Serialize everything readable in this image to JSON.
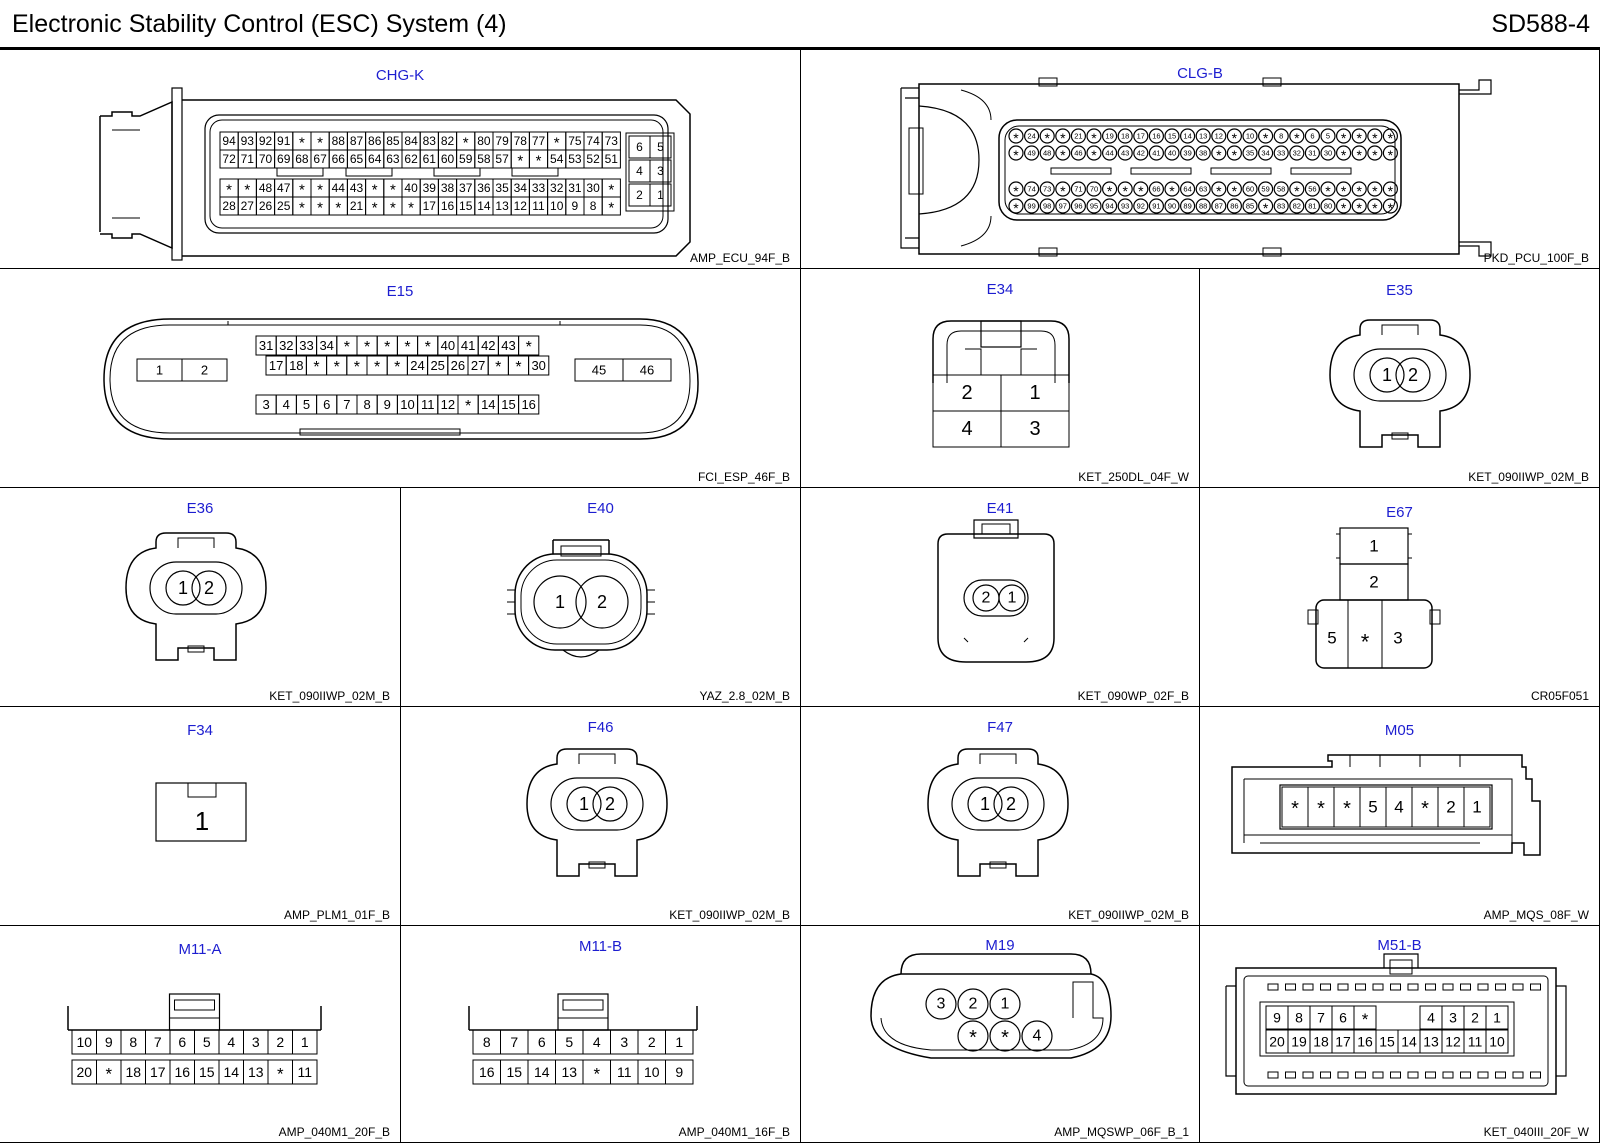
{
  "header": {
    "title": "Electronic Stability Control (ESC) System (4)",
    "page_code": "SD588-4"
  },
  "connectors": [
    {
      "name": "CHG-K",
      "part": "AMP_ECU_94F_B",
      "rows": [
        [
          "94",
          "93",
          "92",
          "91",
          "*",
          "*",
          "88",
          "87",
          "86",
          "85",
          "84",
          "83",
          "82",
          "*",
          "80",
          "79",
          "78",
          "77",
          "*",
          "75",
          "74",
          "73"
        ],
        [
          "72",
          "71",
          "70",
          "69",
          "68",
          "67",
          "66",
          "65",
          "64",
          "63",
          "62",
          "61",
          "60",
          "59",
          "58",
          "57",
          "*",
          "*",
          "54",
          "53",
          "52",
          "51"
        ],
        [
          "*",
          "*",
          "48",
          "47",
          "*",
          "*",
          "44",
          "43",
          "*",
          "*",
          "40",
          "39",
          "38",
          "37",
          "36",
          "35",
          "34",
          "33",
          "32",
          "31",
          "30",
          "*"
        ],
        [
          "28",
          "27",
          "26",
          "25",
          "*",
          "*",
          "*",
          "21",
          "*",
          "*",
          "*",
          "17",
          "16",
          "15",
          "14",
          "13",
          "12",
          "11",
          "10",
          "9",
          "8",
          "*"
        ]
      ],
      "side": [
        [
          "6",
          "5"
        ],
        [
          "4",
          "3"
        ],
        [
          "2",
          "1"
        ]
      ]
    },
    {
      "name": "CLG-B",
      "part": "PKD_PCU_100F_B",
      "rows": [
        [
          "*",
          "24",
          "*",
          "*",
          "21",
          "*",
          "19",
          "18",
          "17",
          "16",
          "15",
          "14",
          "13",
          "12",
          "*",
          "10",
          "*",
          "8",
          "*",
          "6",
          "5",
          "*",
          "*",
          "*",
          "*"
        ],
        [
          "*",
          "49",
          "48",
          "*",
          "46",
          "*",
          "44",
          "43",
          "42",
          "41",
          "40",
          "39",
          "38",
          "*",
          "*",
          "35",
          "34",
          "33",
          "32",
          "31",
          "30",
          "*",
          "*",
          "*",
          "*"
        ],
        [
          "*",
          "74",
          "73",
          "*",
          "71",
          "70",
          "*",
          "*",
          "*",
          "66",
          "*",
          "64",
          "63",
          "*",
          "*",
          "60",
          "59",
          "58",
          "*",
          "56",
          "*",
          "*",
          "*",
          "*",
          "*"
        ],
        [
          "*",
          "99",
          "98",
          "97",
          "96",
          "95",
          "94",
          "93",
          "92",
          "91",
          "90",
          "89",
          "88",
          "87",
          "86",
          "85",
          "*",
          "83",
          "82",
          "81",
          "80",
          "*",
          "*",
          "*",
          "*"
        ]
      ]
    },
    {
      "name": "E15",
      "part": "FCI_ESP_46F_B",
      "left": [
        "1",
        "2"
      ],
      "right": [
        "45",
        "46"
      ],
      "rows": [
        [
          "31",
          "32",
          "33",
          "34",
          "*",
          "*",
          "*",
          "*",
          "*",
          "40",
          "41",
          "42",
          "43",
          "*"
        ],
        [
          "17",
          "18",
          "*",
          "*",
          "*",
          "*",
          "*",
          "24",
          "25",
          "26",
          "27",
          "*",
          "*",
          "30"
        ],
        [
          "3",
          "4",
          "5",
          "6",
          "7",
          "8",
          "9",
          "10",
          "11",
          "12",
          "*",
          "14",
          "15",
          "16"
        ]
      ]
    },
    {
      "name": "E34",
      "part": "KET_250DL_04F_W",
      "pins": [
        "2",
        "1",
        "4",
        "3"
      ]
    },
    {
      "name": "E35",
      "part": "KET_090IIWP_02M_B",
      "pins": [
        "1",
        "2"
      ]
    },
    {
      "name": "E36",
      "part": "KET_090IIWP_02M_B",
      "pins": [
        "1",
        "2"
      ]
    },
    {
      "name": "E40",
      "part": "YAZ_2.8_02M_B",
      "pins": [
        "1",
        "2"
      ]
    },
    {
      "name": "E41",
      "part": "KET_090WP_02F_B",
      "pins": [
        "2",
        "1"
      ]
    },
    {
      "name": "E67",
      "part": "CR05F051",
      "pins": [
        "1",
        "2",
        "5",
        "*",
        "3"
      ]
    },
    {
      "name": "F34",
      "part": "AMP_PLM1_01F_B",
      "pins": [
        "1"
      ]
    },
    {
      "name": "F46",
      "part": "KET_090IIWP_02M_B",
      "pins": [
        "1",
        "2"
      ]
    },
    {
      "name": "F47",
      "part": "KET_090IIWP_02M_B",
      "pins": [
        "1",
        "2"
      ]
    },
    {
      "name": "M05",
      "part": "AMP_MQS_08F_W",
      "pins": [
        "*",
        "*",
        "*",
        "5",
        "4",
        "*",
        "2",
        "1"
      ]
    },
    {
      "name": "M11-A",
      "part": "AMP_040M1_20F_B",
      "rows": [
        [
          "10",
          "9",
          "8",
          "7",
          "6",
          "5",
          "4",
          "3",
          "2",
          "1"
        ],
        [
          "20",
          "*",
          "18",
          "17",
          "16",
          "15",
          "14",
          "13",
          "*",
          "11"
        ]
      ]
    },
    {
      "name": "M11-B",
      "part": "AMP_040M1_16F_B",
      "rows": [
        [
          "8",
          "7",
          "6",
          "5",
          "4",
          "3",
          "2",
          "1"
        ],
        [
          "16",
          "15",
          "14",
          "13",
          "*",
          "11",
          "10",
          "9"
        ]
      ]
    },
    {
      "name": "M19",
      "part": "AMP_MQSWP_06F_B_1",
      "pins": [
        "3",
        "2",
        "1",
        "*",
        "*",
        "4"
      ]
    },
    {
      "name": "M51-B",
      "part": "KET_040III_20F_W",
      "rows": [
        [
          "9",
          "8",
          "7",
          "6",
          "*",
          "",
          "",
          "4",
          "3",
          "2",
          "1"
        ],
        [
          "20",
          "19",
          "18",
          "17",
          "16",
          "15",
          "14",
          "13",
          "12",
          "11",
          "10"
        ]
      ]
    }
  ]
}
